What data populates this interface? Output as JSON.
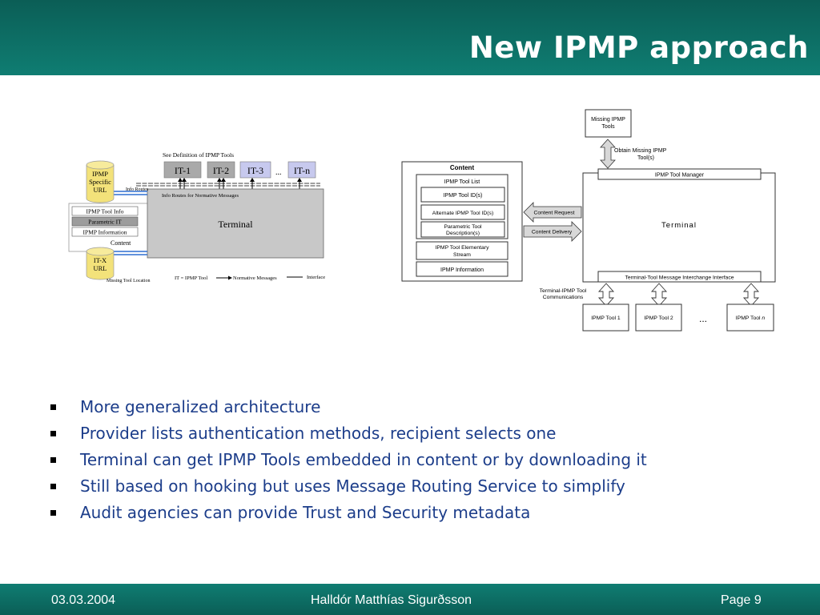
{
  "title": "New IPMP approach",
  "left_diagram": {
    "header": "See Definition of IPMP Tools",
    "tools": [
      "IT-1",
      "IT-2",
      "IT-3",
      "IT-n"
    ],
    "ellipsis": "...",
    "cyl_top": [
      "IPMP",
      "Specific",
      "URL"
    ],
    "cyl_bottom": [
      "IT-X",
      "URL"
    ],
    "info_routes_short": "Info Routes",
    "info_routes_normative": "Info Routes for Normative Messages",
    "terminal": "Terminal",
    "content_items": [
      "IPMP Tool Info",
      "Parametric IT",
      "IPMP Information"
    ],
    "content_label": "Content",
    "missing_tool_location": "Missing Tool Location",
    "legend_it": "IT = IPMP Tool",
    "legend_normative": "Normative Messages",
    "legend_interface": "Interface"
  },
  "right_diagram": {
    "missing_tools": [
      "Missing IPMP",
      "Tools"
    ],
    "obtain": [
      "Obtain Missing IPMP",
      "Tool(s)"
    ],
    "manager": "IPMP Tool Manager",
    "content_title": "Content",
    "tool_list": "IPMP Tool List",
    "tool_id": "IPMP Tool ID(s)",
    "alt_tool_id": "Alternate IPMP Tool ID(s)",
    "param_desc": [
      "Parametric Tool",
      "Description(s)"
    ],
    "elementary_stream": [
      "IPMP Tool Elementary",
      "Stream"
    ],
    "ipmp_info": "IPMP Information",
    "content_request": "Content Request",
    "content_delivery": "Content Delivery",
    "terminal": "Terminal",
    "interface": "Terminal-Tool Message Interchange Interface",
    "comm": [
      "Terminal-IPMP Tool",
      "Communications"
    ],
    "tool1": "IPMP Tool 1",
    "tool2": "IPMP Tool 2",
    "tooln_prefix": "IPMP Tool ",
    "tooln_n": "n",
    "ellipsis": "..."
  },
  "bullets": [
    "More generalized architecture",
    "Provider lists authentication methods, recipient selects one",
    "Terminal can get IPMP Tools embedded in content or by downloading it",
    "Still based on hooking but uses Message Routing Service to simplify",
    "Audit agencies can provide Trust and Security metadata"
  ],
  "footer": {
    "date": "03.03.2004",
    "author": "Halldór Matthías Sigurðsson",
    "page": "Page 9"
  },
  "colors": {
    "header_bg": "#0f7d72",
    "bullet_text": "#1c3d8a",
    "tool_box": "#a9a9a9",
    "tool_box_blue": "#c7c9ee",
    "cylinder": "#f3e27a"
  }
}
